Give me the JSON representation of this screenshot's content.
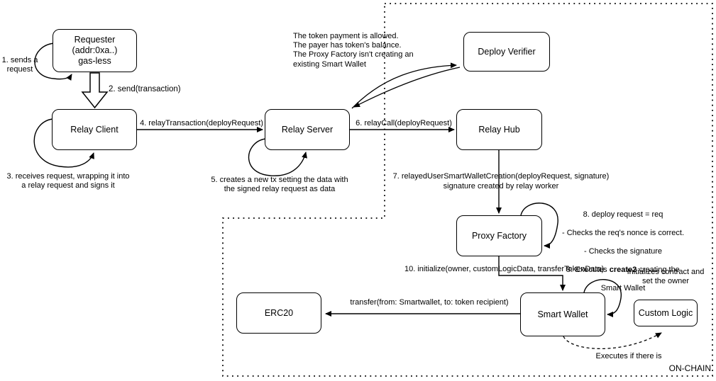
{
  "colors": {
    "ink": "#000000",
    "background": "#ffffff"
  },
  "nodes": {
    "requester": {
      "label": "Requester\n(addr:0xa..)\ngas-less"
    },
    "relay_client": {
      "label": "Relay Client"
    },
    "relay_server": {
      "label": "Relay Server"
    },
    "deploy_verifier": {
      "label": "Deploy Verifier"
    },
    "relay_hub": {
      "label": "Relay Hub"
    },
    "proxy_factory": {
      "label": "Proxy Factory"
    },
    "smart_wallet": {
      "label": "Smart Wallet"
    },
    "custom_logic": {
      "label": "Custom Logic"
    },
    "erc20": {
      "label": "ERC20"
    }
  },
  "annotations": {
    "step1": "1. sends a\nrequest",
    "step2": "2. send(transaction)",
    "step3": "3. receives request, wrapping it into\na relay request and signs it",
    "step4": "4. relayTransaction(deployRequest)",
    "step5": "5. creates a new tx setting the data with\nthe signed relay request as data",
    "step6": "6. relayCall(deployRequest)",
    "step7": "7. relayedUserSmartWalletCreation(deployRequest, signature)\nsignature created by relay worker",
    "verifier_note": "The token payment is allowed.\nThe payer has token's balance.\nThe Proxy Factory isn't creating an\nexisting Smart Wallet",
    "step8_9": {
      "l1": "8. deploy request = req",
      "l2": "- Checks the req's nonce is correct.",
      "l3": "- Checks the signature",
      "l4a": "9. Executes ",
      "l4b": "create2",
      "l4c": " creating the",
      "l5": "Smart Wallet"
    },
    "step10": "10. initialize(owner, customLogicData, transferTokenData)",
    "transfer_label": "transfer(from: Smartwallet, to: token recipient)",
    "init_note": "Initializes contract and\nset the owner",
    "executes_note": "Executes if there is",
    "onchain": "ON-CHAIN"
  }
}
